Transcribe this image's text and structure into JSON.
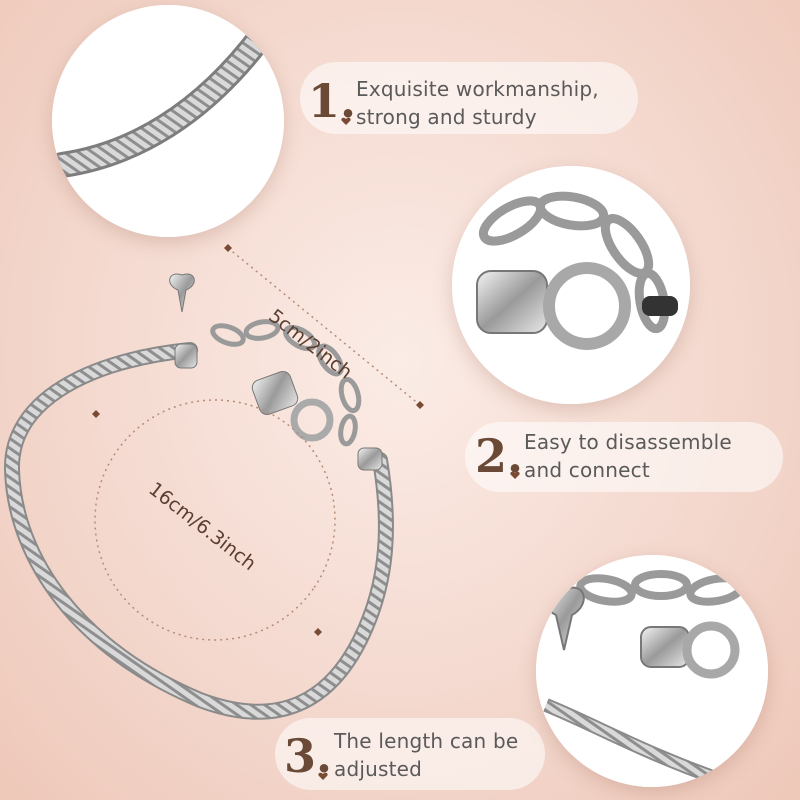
{
  "features": [
    {
      "number": "1.",
      "line1": "Exquisite workmanship,",
      "line2": "strong and sturdy"
    },
    {
      "number": "2.",
      "line1": "Easy to disassemble",
      "line2": "and connect"
    },
    {
      "number": "3.",
      "line1": "The length can be",
      "line2": "adjusted"
    }
  ],
  "measurements": {
    "extender": "5cm/2inch",
    "bracelet": "16cm/6.3inch"
  },
  "colors": {
    "number": "#6a4a36",
    "text": "#5a5a5a",
    "accent": "#7a4a34"
  }
}
